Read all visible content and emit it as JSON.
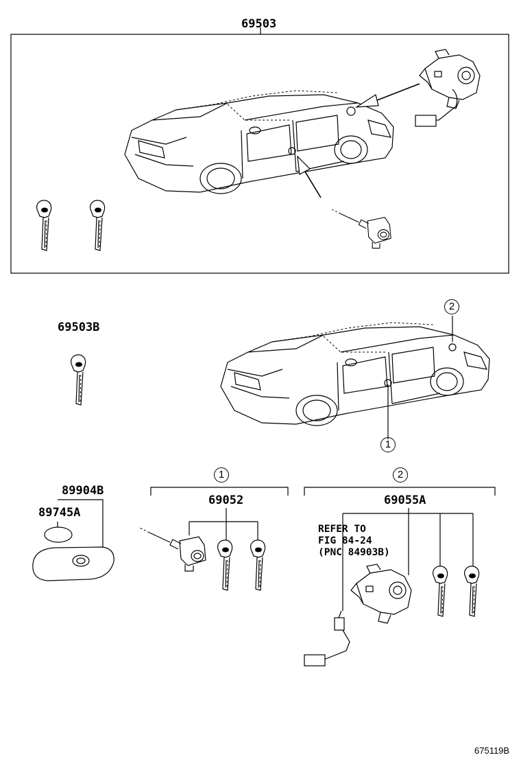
{
  "labels": {
    "top_assembly": "69503",
    "key_spare": "69503B",
    "transmitter_housing": "89904B",
    "battery": "89745A",
    "cylinder_set_1": "69052",
    "cylinder_set_2": "69055A",
    "marker_1": "1",
    "marker_2": "2",
    "refer_note_line1": "REFER TO",
    "refer_note_line2": "FIG 84-24",
    "refer_note_line3": "(PNC 84903B)",
    "figure_number": "675119B"
  }
}
